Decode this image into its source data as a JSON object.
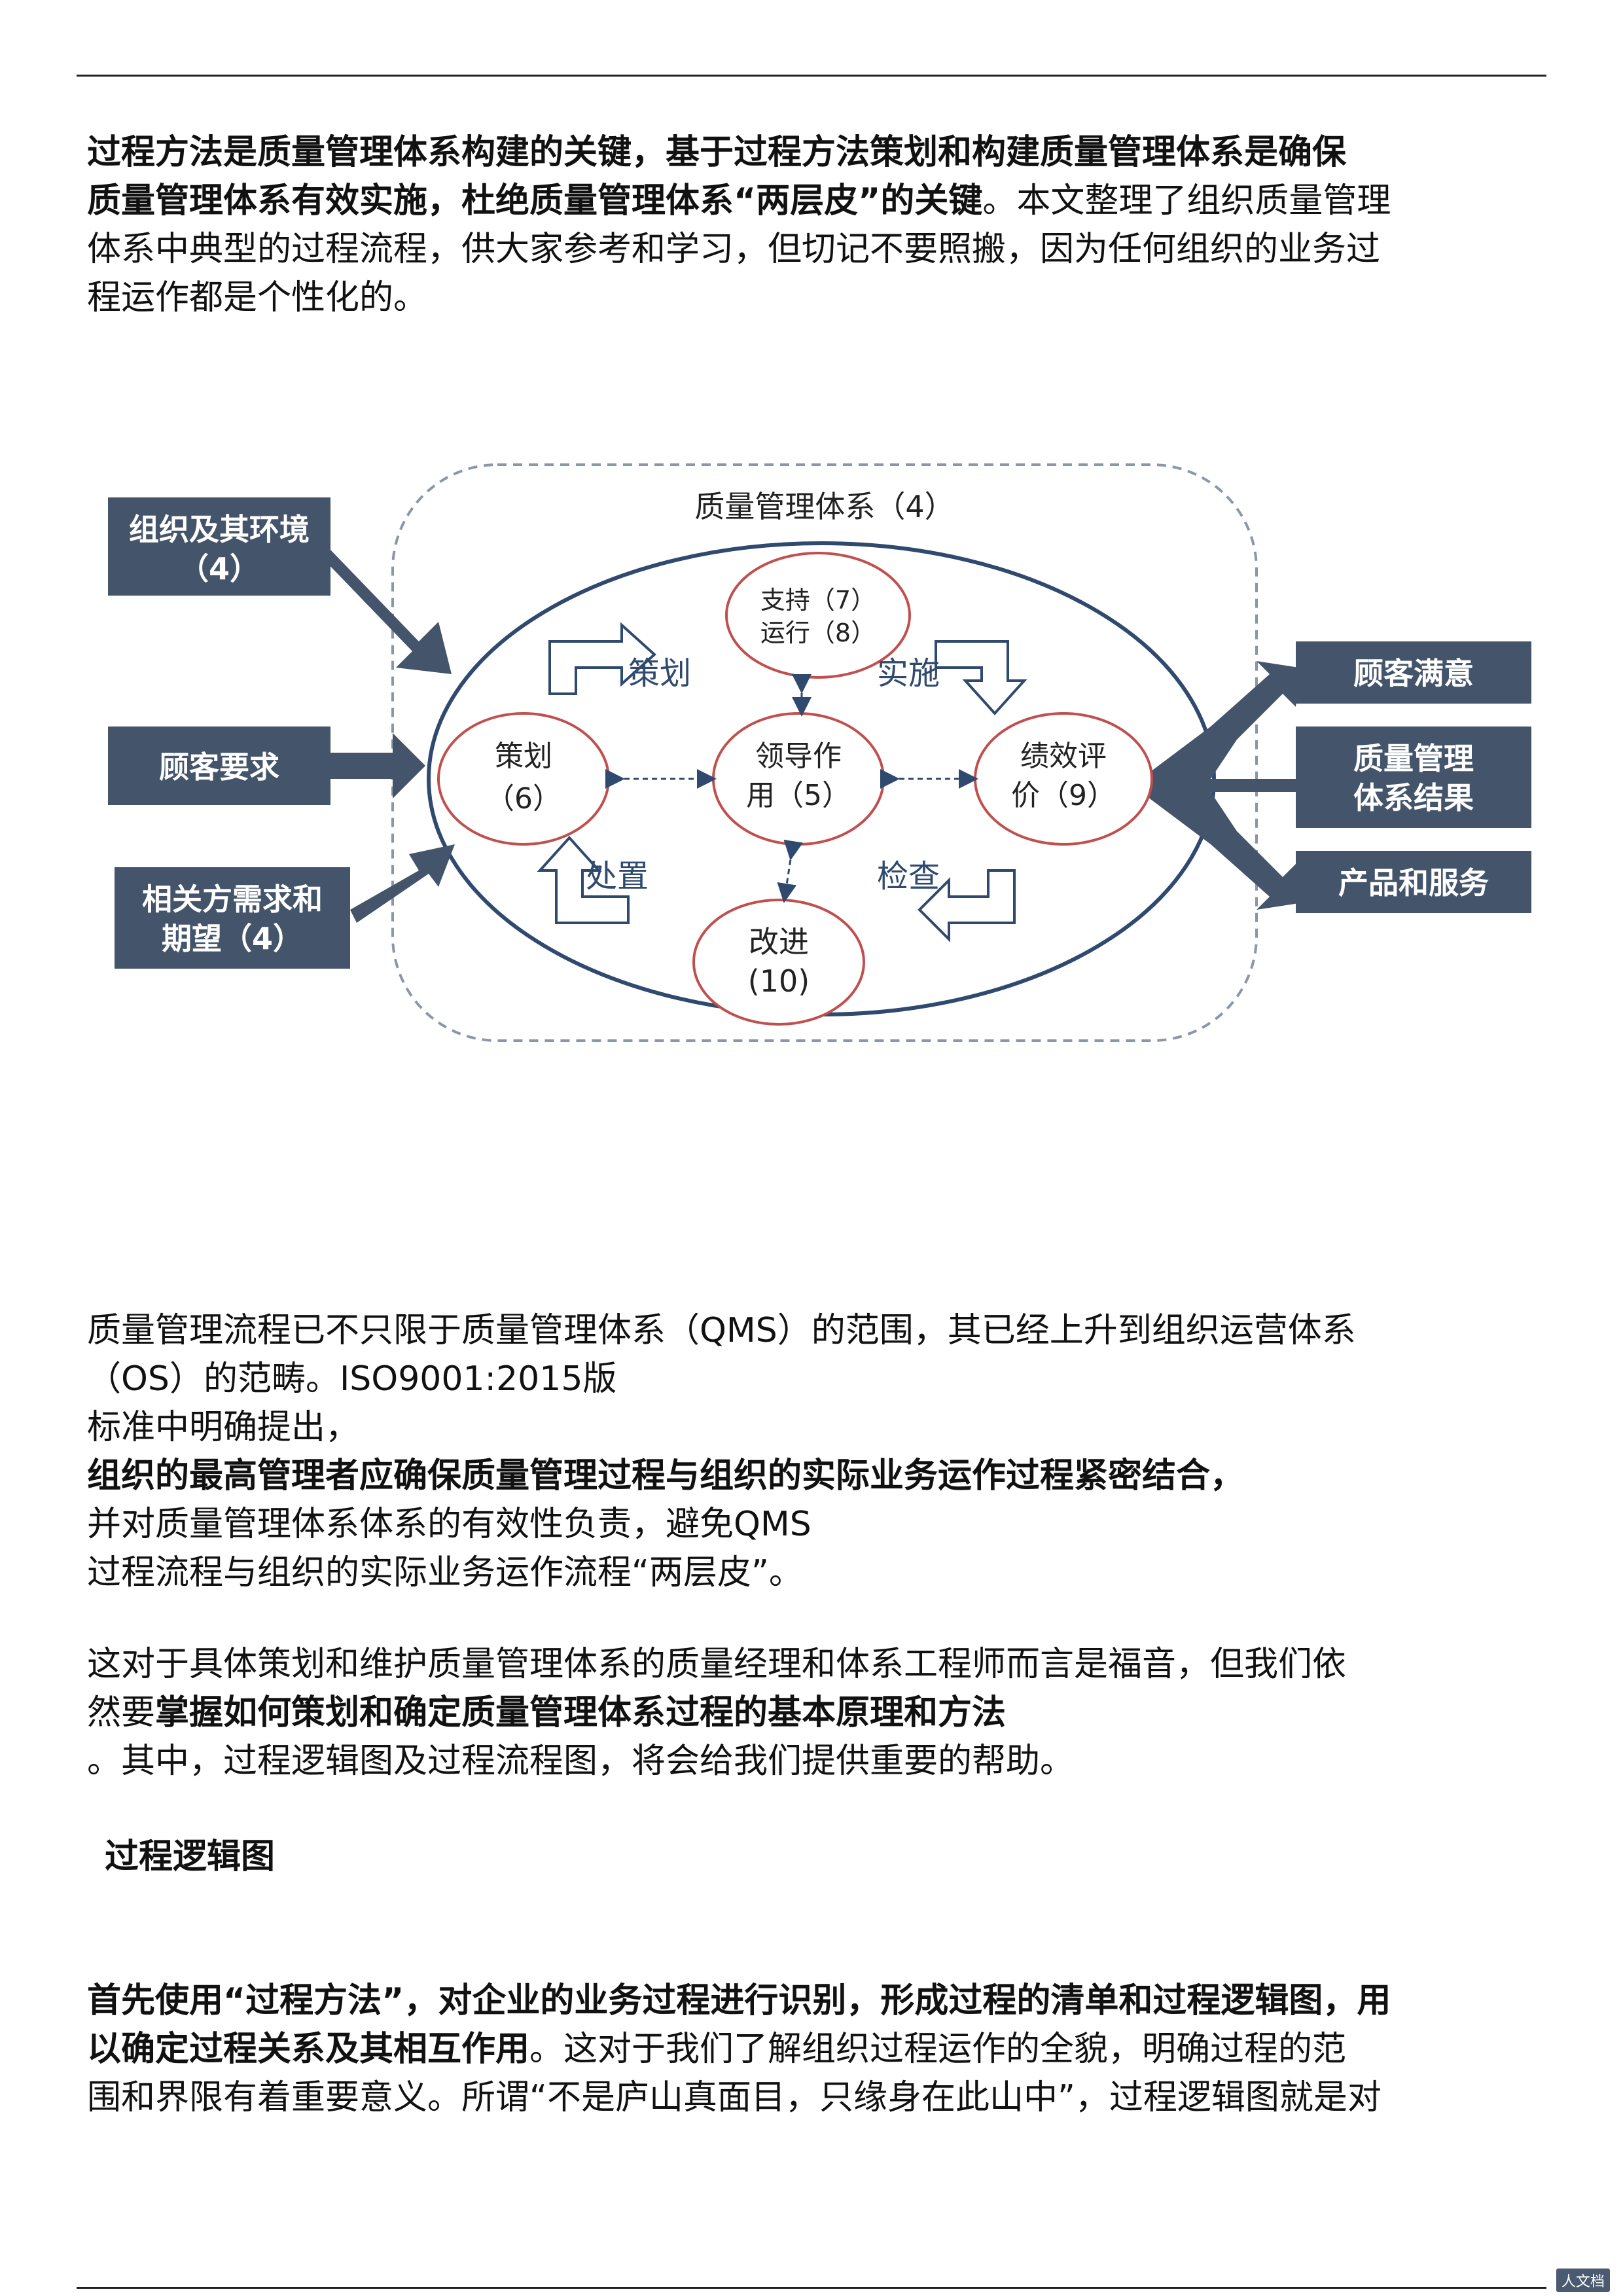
{
  "intro": {
    "bold1": "过程方法是质量管理体系构建的关键，基于过程方法策划和构建质量管理体系是确保",
    "bold2": "质量管理体系有效实施，杜绝质量管理体系“两层皮”的关键",
    "normal2": "。本文整理了组织质量管理",
    "normal3": "体系中典型的过程流程，供大家参考和学习，但切记不要照搬，因为任何组织的业务过",
    "normal4": "程运作都是个性化的。"
  },
  "diagram": {
    "title": "质量管理体系（4）",
    "left_inputs": [
      "组织及其环境",
      "（4）",
      "顾客要求",
      "相关方需求和",
      "期望（4）"
    ],
    "right_outputs": [
      "顾客满意",
      "质量管理",
      "体系结果",
      "产品和服务"
    ],
    "nodes": {
      "support": [
        "支持（7）",
        "运行（8）"
      ],
      "planning": [
        "策划",
        "（6）"
      ],
      "leadership": [
        "领导作",
        "用（5）"
      ],
      "evaluation": [
        "绩效评",
        "价（9）"
      ],
      "improvement": [
        "改进",
        "(10)"
      ]
    },
    "cycle_labels": {
      "plan": "策划",
      "do": "实施",
      "act": "处置",
      "check": "检查"
    }
  },
  "para2": {
    "line1": "质量管理流程已不只限于质量管理体系（QMS）的范围，其已经上升到组织运营体系",
    "line2": "（OS）的范畴。ISO9001:2015版",
    "line3": "标准中明确提出，",
    "line4_bold": "组织的最高管理者应确保质量管理过程与组织的实际业务运作过程紧密结合，",
    "line5": "并对质量管理体系体系的有效性负责，避免QMS",
    "line6": "过程流程与组织的实际业务运作流程“两层皮”。"
  },
  "para3": {
    "line1": "这对于具体策划和维护质量管理体系的质量经理和体系工程师而言是福音，但我们依",
    "line2_pre": "然要",
    "line2_bold": "掌握如何策划和确定质量管理体系过程的基本原理和方法",
    "line3": "。其中，过程逻辑图及过程流程图，将会给我们提供重要的帮助。"
  },
  "heading": "过程逻辑图",
  "para4": {
    "line1_bold": "首先使用“过程方法”，对企业的业务过程进行识别，形成过程的清单和过程逻辑图，用",
    "line2_bold": "以确定过程关系及其相互作用",
    "line2_normal": "。这对于我们了解组织过程运作的全貌，明确过程的范",
    "line3": "围和界限有着重要意义。所谓“不是庐山真面目，只缘身在此山中”，过程逻辑图就是对"
  },
  "footer": {
    "brand": "人文档"
  },
  "colors": {
    "box": "#44546a",
    "circle_border": "#c0504d",
    "ellipse": "#2f4a6e"
  }
}
